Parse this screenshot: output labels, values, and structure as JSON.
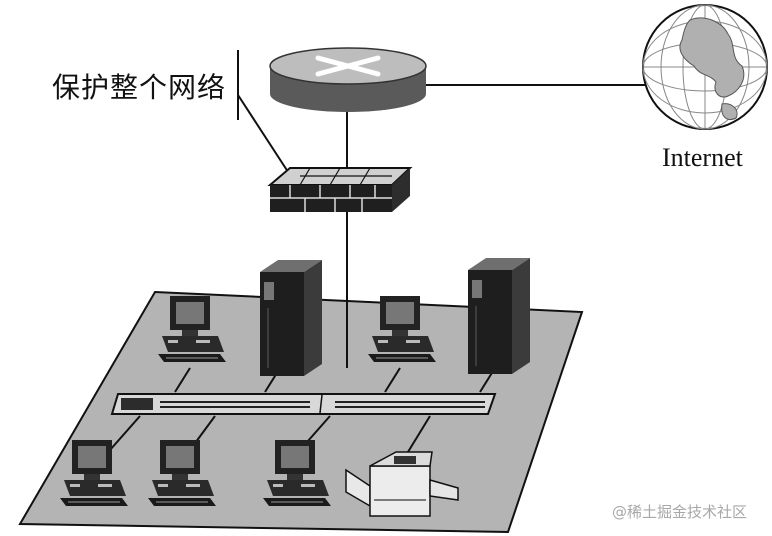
{
  "labels": {
    "protect_network": "保护整个网络",
    "internet": "Internet",
    "watermark": "@稀土掘金技术社区"
  },
  "icons": {
    "router": "router-icon",
    "firewall": "firewall-icon",
    "globe": "globe-icon",
    "server": "server-icon",
    "workstation": "workstation-icon",
    "switch": "switch-icon",
    "printer": "printer-icon"
  },
  "colors": {
    "line": "#111111",
    "floor": "#b4b4b4",
    "device_dark": "#1e1e1e",
    "device_mid": "#8a8a8a",
    "router_top": "#bdbdbd"
  }
}
